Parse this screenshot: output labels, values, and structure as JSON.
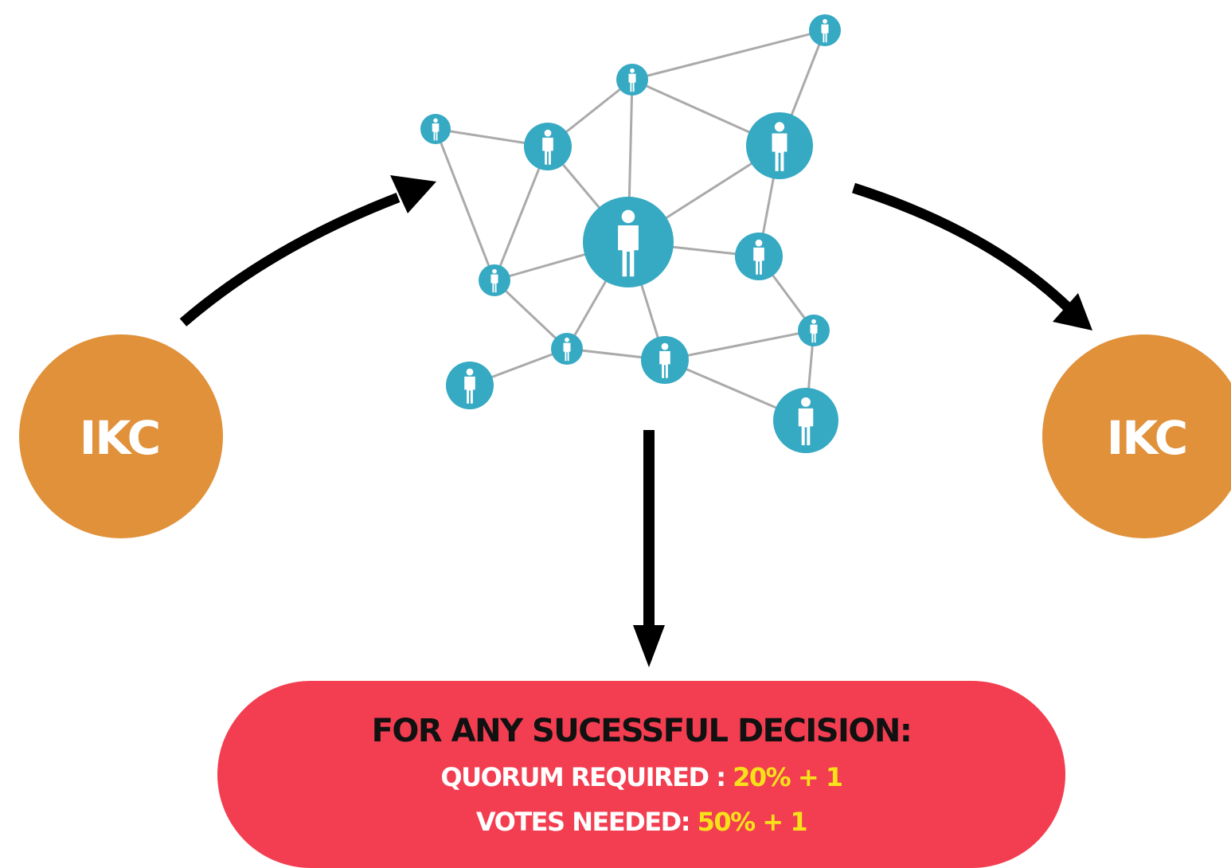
{
  "left_node": {
    "label": "IKC",
    "color": "#e0913a"
  },
  "right_node": {
    "label": "IKC",
    "color": "#e0913a"
  },
  "network": {
    "node_color": "#36a9c3",
    "edge_color": "#aaaaaa",
    "icon": "person-icon"
  },
  "decision_box": {
    "color": "#f23e50",
    "title": "FOR ANY SUCESSFUL DECISION:",
    "quorum_label": "QUORUM REQUIRED : ",
    "quorum_value": "20% + 1",
    "votes_label": "VOTES NEEDED: ",
    "votes_value": "50% + 1",
    "highlight_color": "#f7e21a"
  }
}
